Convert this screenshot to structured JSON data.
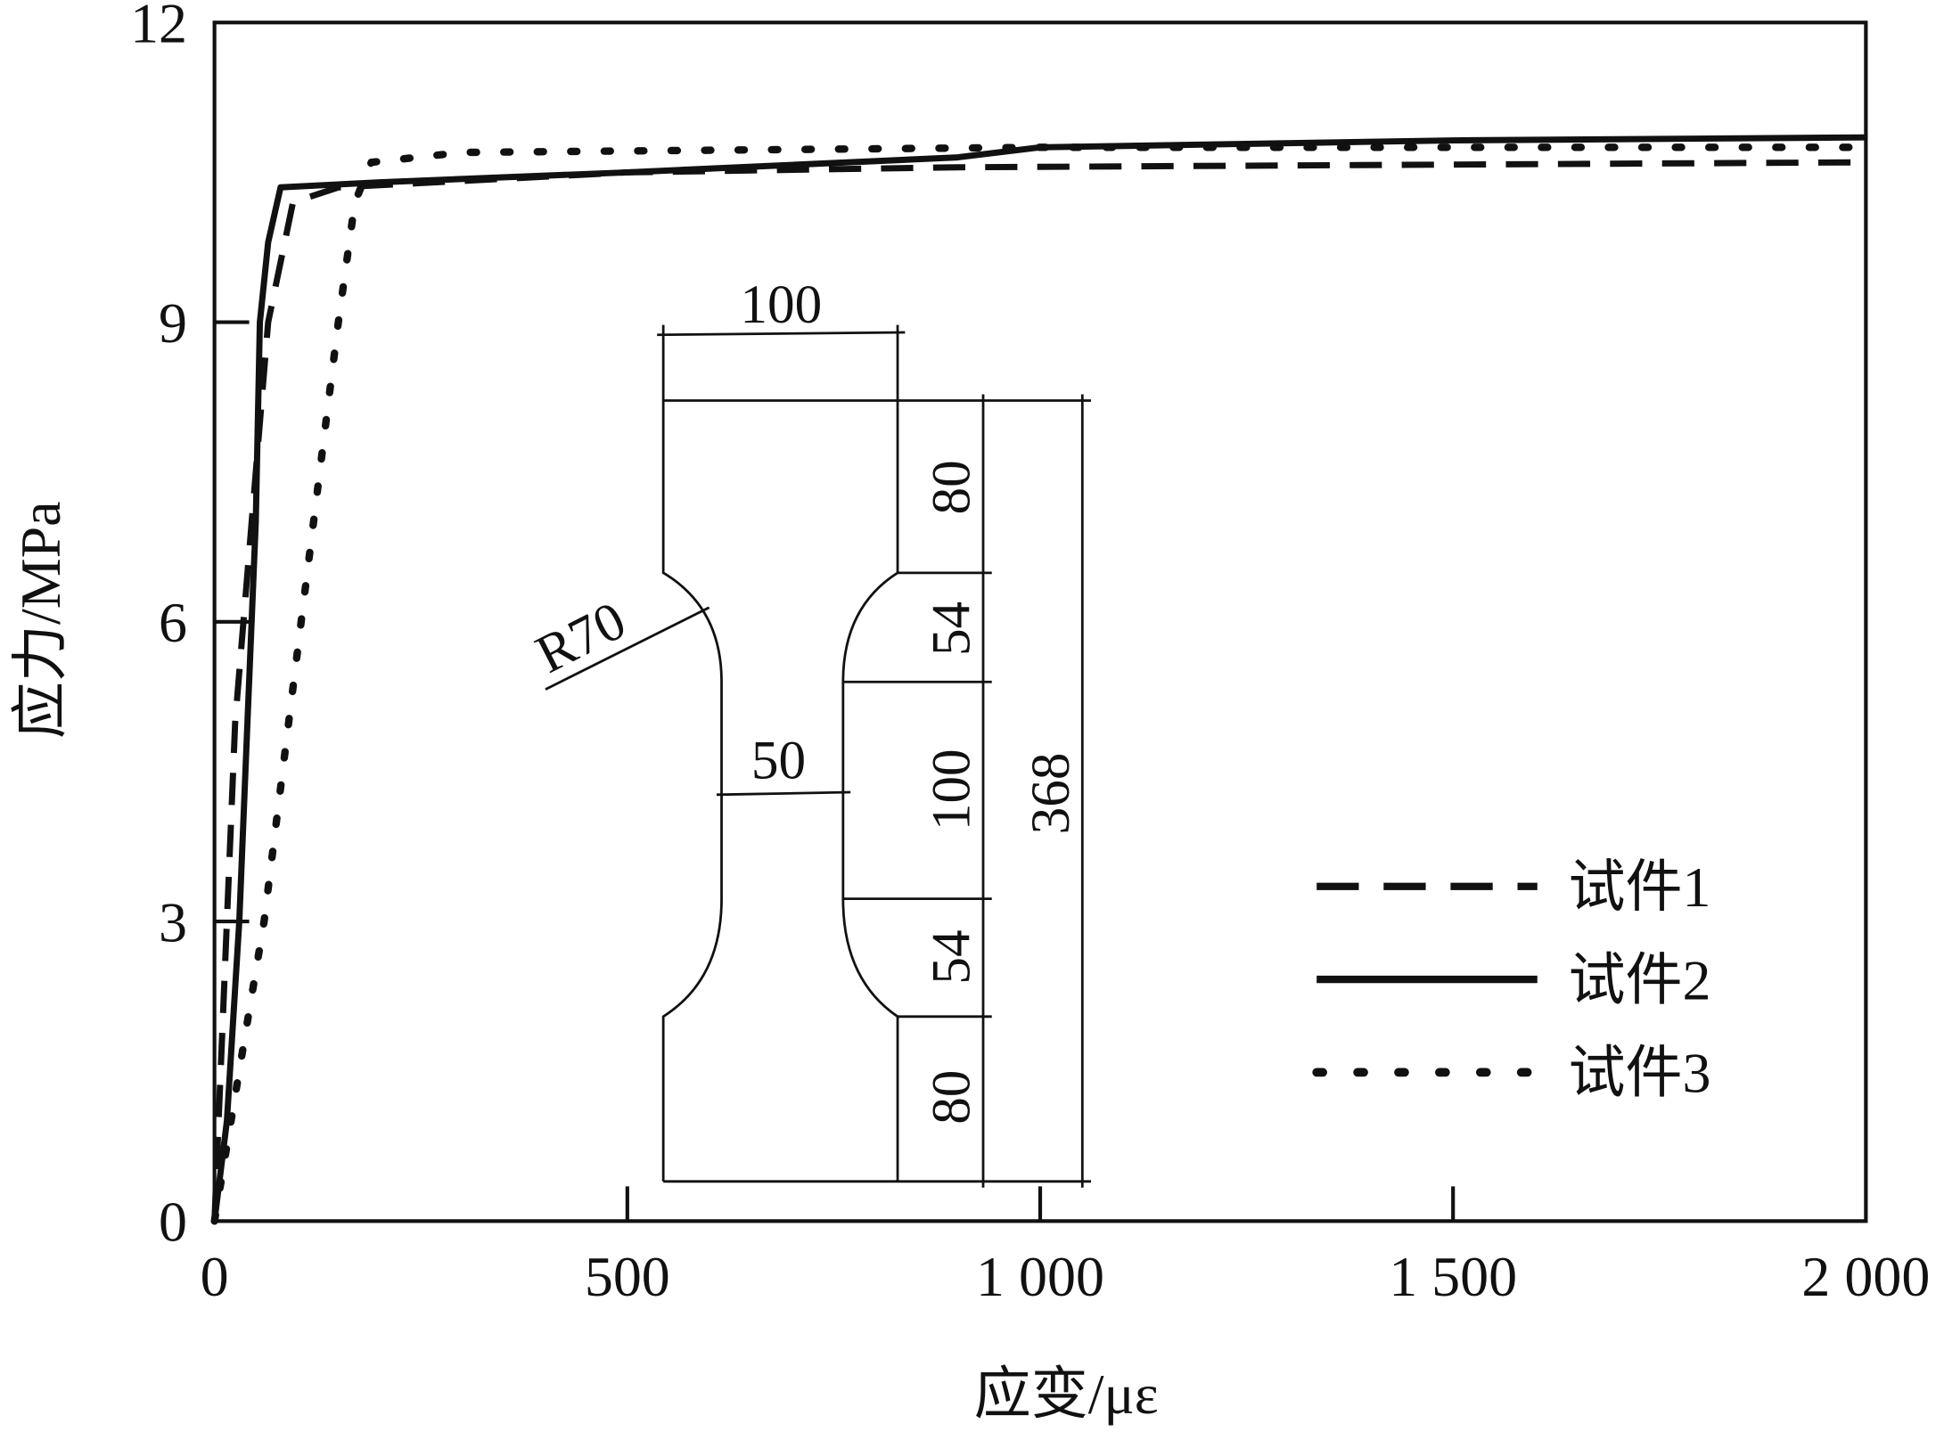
{
  "chart_data": {
    "type": "line",
    "title": "",
    "xlabel": "应变/με",
    "ylabel": "应力/MPa",
    "xlim": [
      0,
      2000
    ],
    "ylim": [
      0,
      12
    ],
    "xticks": [
      0,
      500,
      1000,
      1500,
      2000
    ],
    "xtick_labels": [
      "0",
      "500",
      "1 000",
      "1 500",
      "2 000"
    ],
    "yticks": [
      0,
      3,
      6,
      9,
      12
    ],
    "ytick_labels": [
      "0",
      "3",
      "6",
      "9",
      "12"
    ],
    "grid": false,
    "legend_position": "right",
    "series": [
      {
        "name": "试件1",
        "style": "dashed",
        "x": [
          0,
          5,
          15,
          25,
          45,
          65,
          95,
          150,
          500,
          900,
          2000
        ],
        "y": [
          0,
          1,
          3,
          5,
          7,
          9,
          10.2,
          10.35,
          10.5,
          10.55,
          10.6
        ]
      },
      {
        "name": "试件2",
        "style": "solid",
        "x": [
          0,
          15,
          30,
          40,
          50,
          55,
          65,
          80,
          200,
          500,
          900,
          1000,
          1500,
          2000
        ],
        "y": [
          0,
          1,
          3,
          5,
          7,
          9,
          9.8,
          10.35,
          10.4,
          10.5,
          10.65,
          10.75,
          10.82,
          10.85
        ]
      },
      {
        "name": "试件3",
        "style": "dotted",
        "x": [
          0,
          40,
          60,
          90,
          120,
          150,
          170,
          190,
          300,
          1000,
          2000
        ],
        "y": [
          0,
          2,
          3,
          5,
          7,
          9,
          10.2,
          10.6,
          10.7,
          10.75,
          10.75
        ]
      }
    ],
    "annotations": {
      "specimen_width": "100",
      "neck_width": "50",
      "radius": "R70",
      "segments": [
        "80",
        "54",
        "100",
        "54",
        "80"
      ],
      "total_length": "368"
    }
  }
}
